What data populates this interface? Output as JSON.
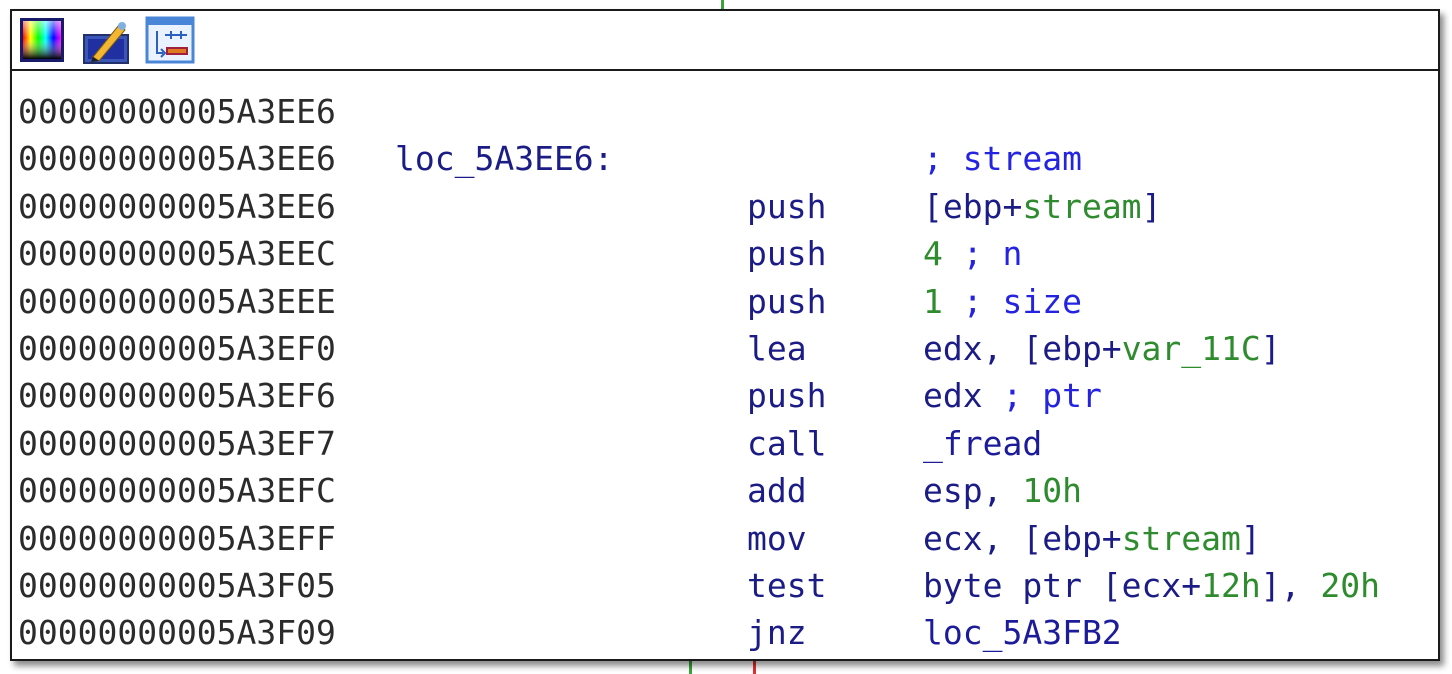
{
  "toolbar": {
    "buttons": [
      {
        "icon": "color-palette-icon",
        "name": "set-node-color-button"
      },
      {
        "icon": "rename-pencil-icon",
        "name": "rename-node-button"
      },
      {
        "icon": "group-nodes-icon",
        "name": "group-nodes-button"
      }
    ]
  },
  "colors": {
    "address": "#2b2b2b",
    "mnemonic": "#1c1c86",
    "number": "#2e8b2e",
    "comment": "#2424e0",
    "edge_true": "#3aa33a",
    "edge_false": "#e03030"
  },
  "rows": [
    {
      "address": "00000000005A3EE6",
      "label": "",
      "mnemonic": "",
      "operands": []
    },
    {
      "address": "00000000005A3EE6",
      "label": "loc_5A3EE6:",
      "mnemonic": "",
      "operands": [
        {
          "t": "; stream",
          "k": "cmt"
        }
      ]
    },
    {
      "address": "00000000005A3EE6",
      "label": "",
      "mnemonic": "push",
      "operands": [
        {
          "t": "[ebp+",
          "k": "reg"
        },
        {
          "t": "stream",
          "k": "num"
        },
        {
          "t": "]",
          "k": "reg"
        }
      ]
    },
    {
      "address": "00000000005A3EEC",
      "label": "",
      "mnemonic": "push",
      "operands": [
        {
          "t": "4",
          "k": "num"
        },
        {
          "t": " ; n",
          "k": "cmt"
        }
      ]
    },
    {
      "address": "00000000005A3EEE",
      "label": "",
      "mnemonic": "push",
      "operands": [
        {
          "t": "1",
          "k": "num"
        },
        {
          "t": " ; size",
          "k": "cmt"
        }
      ]
    },
    {
      "address": "00000000005A3EF0",
      "label": "",
      "mnemonic": "lea",
      "operands": [
        {
          "t": "edx, [ebp+",
          "k": "reg"
        },
        {
          "t": "var_11C",
          "k": "num"
        },
        {
          "t": "]",
          "k": "reg"
        }
      ]
    },
    {
      "address": "00000000005A3EF6",
      "label": "",
      "mnemonic": "push",
      "operands": [
        {
          "t": "edx",
          "k": "reg"
        },
        {
          "t": " ; ptr",
          "k": "cmt"
        }
      ]
    },
    {
      "address": "00000000005A3EF7",
      "label": "",
      "mnemonic": "call",
      "operands": [
        {
          "t": "_fread",
          "k": "name"
        }
      ]
    },
    {
      "address": "00000000005A3EFC",
      "label": "",
      "mnemonic": "add",
      "operands": [
        {
          "t": "esp, ",
          "k": "reg"
        },
        {
          "t": "10h",
          "k": "num"
        }
      ]
    },
    {
      "address": "00000000005A3EFF",
      "label": "",
      "mnemonic": "mov",
      "operands": [
        {
          "t": "ecx, [ebp+",
          "k": "reg"
        },
        {
          "t": "stream",
          "k": "num"
        },
        {
          "t": "]",
          "k": "reg"
        }
      ]
    },
    {
      "address": "00000000005A3F05",
      "label": "",
      "mnemonic": "test",
      "operands": [
        {
          "t": "byte ptr [ecx+",
          "k": "reg"
        },
        {
          "t": "12h",
          "k": "num"
        },
        {
          "t": "], ",
          "k": "reg"
        },
        {
          "t": "20h",
          "k": "num"
        }
      ]
    },
    {
      "address": "00000000005A3F09",
      "label": "",
      "mnemonic": "jnz",
      "operands": [
        {
          "t": "loc_5A3FB2",
          "k": "name"
        }
      ]
    }
  ]
}
